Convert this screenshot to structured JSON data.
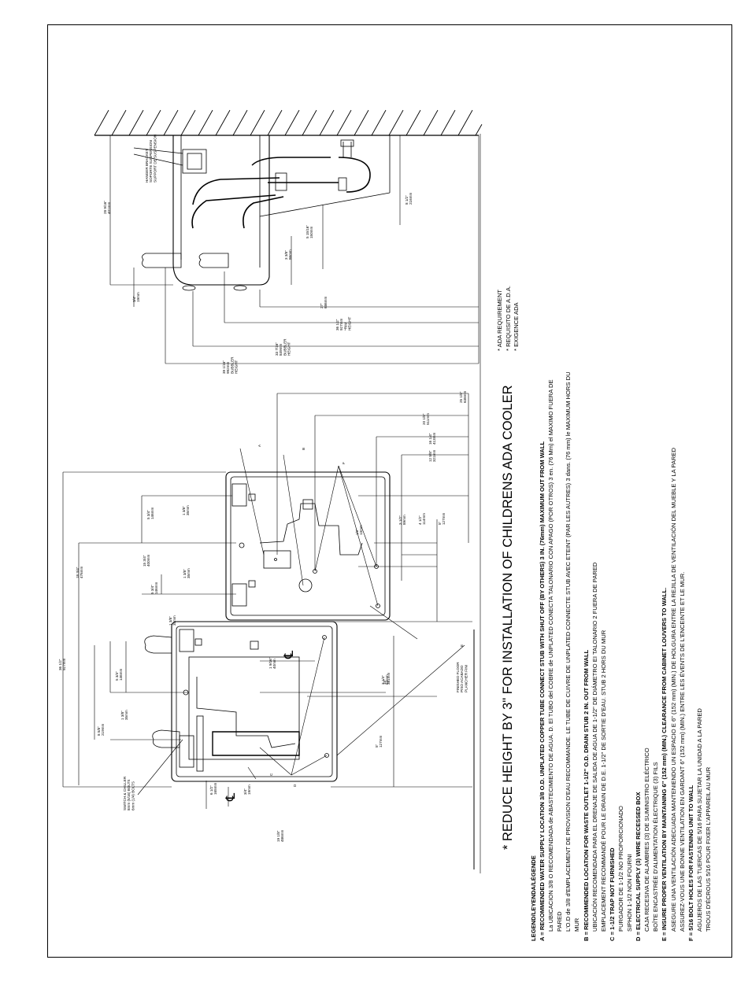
{
  "title": "* REDUCE HEIGHT BY 3\" FOR INSTALLATION OF CHILDRENS ADA COOLER",
  "ada_notes": [
    "* ADA REQUIREMENT",
    "* REQUISITO DE A.D.A.",
    "* EXIGENCE ADA"
  ],
  "legend": {
    "heading": "LEGEND/LEYENDA/LÉGENDE",
    "lines": [
      {
        "text": "A = RECOMMENDED WATER SUPPLY LOCATION 3/8 O.D. UNPLATED COPPER TUBE CONNECT STUB WITH SHUT OFF (BY OTHERS) 3 IN. (76mm) MAXIMUM OUT FROM WALL",
        "style": "hd"
      },
      {
        "text": "La UBICACION 3/8 O RECOMENDADA de ABASTECIMIENTO DE AGUA. D. El TUBO del COBRE de UNPLATED CONECTA TALONARIO CON APAGO (POR OTROS) 3 en. (76 Mm) el MAXIMO FUERA DE",
        "style": "ind"
      },
      {
        "text": "PARED",
        "style": "ind"
      },
      {
        "text": "L'O.D de 3/8 d'EMPLACEMENT DE PROVISION D'EAU RECOMMANDE. LE TUBE DE CUIVRE DE UNPLATED CONNECTE STUB AVEC ETEINT (PAR LES AUTRES) 3 dans. (76 mm) le MAXIMUM HORS DU",
        "style": "ind"
      },
      {
        "text": "MUR",
        "style": "ind"
      },
      {
        "text": "B = RECOMMENDED LOCATION FOR WASTE OUTLET 1-1/2\" O.D. DRAIN STUB 2 IN. OUT FROM WALL",
        "style": "hd"
      },
      {
        "text": "UBICACIÓN RECOMENDADA PARA EL DRENAJE DE SALIDA DE AGUA DE 1-1/2\" DE DIÁMETRO EI TALONARIO 2 FUERA DE PARED",
        "style": "ind"
      },
      {
        "text": "EMPLACEMENT RECOMMANDÉ POUR LE DRAIN DE D.E. 1-1/2\" DE SORTIE D'EAU. STUB 2 HORS DU MUR",
        "style": "ind"
      },
      {
        "text": "C = 1-1/2 TRAP NOT FURNISHED",
        "style": "hd"
      },
      {
        "text": "PURGADOR DE 1-1/2 NO PROPORCIONADO",
        "style": "ind"
      },
      {
        "text": "SIPHON 1-1/2 NON FOURNI",
        "style": "ind"
      },
      {
        "text": "D = ELECTRICAL SUPPLY (3) WIRE RECESSED BOX",
        "style": "hd"
      },
      {
        "text": "CAJA RECESIVA DE ALAMBRES (3) DE SUMINISTRO ELÉCTRICO",
        "style": "ind"
      },
      {
        "text": "BOÎTE ENCASTRÉE D'ALIMENTATION ÉLECTRIQUE (3) FILS",
        "style": "ind"
      },
      {
        "text": "E = INSURE PROPER VENTILATION BY MAINTAINING 6\" (152 mm) (MIN.) CLEARANCE FROM CABINET LOUVERS TO WALL.",
        "style": "hd"
      },
      {
        "text": "ASEGURE UNA VENTILACIÓN ADECUADA MANTENIENDO UN ESPACIO E 6\" (152 mm) (MIN.) DE HOLGURA ENTRE LA REJILLA DE VENTILACIÓN DEL MUEBLE Y LA PARED",
        "style": "ind"
      },
      {
        "text": "ASSUREZ-VOUS UNE BONNE VENTILATION EN GARDANT 6\" (152 mm) (MIN.) ENTRE LES ÉVENTS DE L'ENCEINTE ET LE MUR.",
        "style": "ind"
      },
      {
        "text": "F = 5/16 BOLT HOLES FOR FASTENING UNIT TO WALL",
        "style": "hd"
      },
      {
        "text": "AGUJEROS DE LAS TUERCAS DE 5/16 PARA SUJETAR LA UNIDAD A LA PARED",
        "style": "ind"
      },
      {
        "text": "TROUS D'ÉCROUS 5/16 POUR FIXER L'APPAREIL AU MUR",
        "style": "ind"
      }
    ]
  },
  "side_view_labels": {
    "hanger": [
      "HANGER BRACKET",
      "SOPORTE SUSPENSION",
      "SUPPORT DE SUSPENSION"
    ],
    "dims": [
      {
        "a": "28 9/16\"",
        "b": "401mm"
      },
      {
        "a": "3/4\"",
        "b": "19mm"
      },
      {
        "a": "3 3/8\"",
        "b": "86mm"
      },
      {
        "a": "5 15/16\"",
        "b": "150mm"
      },
      {
        "a": "8 1/2\"",
        "b": "216mm"
      },
      {
        "a": "27\"",
        "b": "686mm"
      }
    ],
    "heights": [
      {
        "lines": [
          "36 1/2\"",
          "927mm",
          "*RIM",
          "HEIGHT"
        ]
      },
      {
        "lines": [
          "33 7/16\"",
          "849mm",
          "BUBBLER",
          "HEIGHT"
        ]
      },
      {
        "lines": [
          "39 1/16\"",
          "992mm",
          "BUBBLER",
          "HEIGHT"
        ]
      }
    ]
  },
  "front_view_labels": {
    "finished_floor": [
      "FINISHED FLOOR",
      "PISO ACABADO",
      "PLANCHER FINI"
    ],
    "wall_switch": [
      "SWITCH & CHILLER",
      "8mm (5/16) BOLTS",
      "6mm (1/4) BOLTS"
    ],
    "dims_top": [
      {
        "a": "25 1/8\"",
        "b": "638mm"
      },
      {
        "a": "20 1/8\"",
        "b": "511mm"
      },
      {
        "a": "16 1/4\"",
        "b": "413mm"
      },
      {
        "a": "12 5/8\"",
        "b": "321mm"
      },
      {
        "a": "5\"",
        "b": "127mm"
      },
      {
        "a": "4 1/2\"",
        "b": "114mm"
      },
      {
        "a": "3 1/2\"",
        "b": "89mm"
      }
    ],
    "dims_left": [
      {
        "a": "36 1/2\"",
        "b": "927mm"
      },
      {
        "a": "18 3/4\"",
        "b": "476mm"
      },
      {
        "a": "15 3/4\"",
        "b": "400mm"
      },
      {
        "a": "5 3/4\"",
        "b": "146mm"
      },
      {
        "a": "5 3/4\"",
        "b": "146mm"
      },
      {
        "a": "5 3/4\"",
        "b": "146mm"
      },
      {
        "a": "1 3/8\"",
        "b": "35mm"
      },
      {
        "a": "1 3/8\"",
        "b": "35mm"
      },
      {
        "a": "1 3/8\"",
        "b": "35mm"
      },
      {
        "a": "1 3/8\"",
        "b": "35mm"
      },
      {
        "a": "6 1/2\"",
        "b": "165mm"
      },
      {
        "a": "19 1/8\"",
        "b": "486mm"
      },
      {
        "a": "8 5/8\"",
        "b": "219mm"
      },
      {
        "a": "3/4\"",
        "b": "19mm"
      }
    ],
    "dims_mid": [
      {
        "a": "15\"",
        "b": "381mm"
      },
      {
        "a": "1 9/16\"",
        "b": "40mm"
      },
      {
        "a": "5\"",
        "b": "127mm"
      },
      {
        "a": "3 1/4\"",
        "b": "83mm"
      },
      {
        "a": "1/2\"",
        "b": "13mm"
      }
    ],
    "letters": [
      "A",
      "B",
      "C",
      "D",
      "E",
      "F"
    ]
  }
}
